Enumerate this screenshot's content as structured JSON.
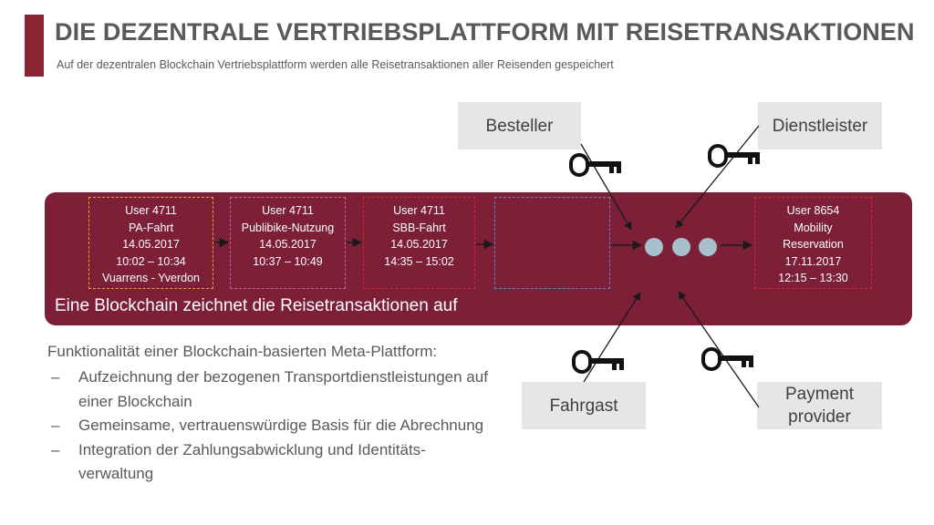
{
  "header": {
    "title": "DIE DEZENTRALE VERTRIEBSPLATTFORM MIT REISETRANSAKTIONEN",
    "subtitle": "Auf der dezentralen Blockchain Vertriebsplattform werden alle Reisetransaktionen aller Reisenden gespeichert"
  },
  "blockchain": {
    "label": "Eine Blockchain zeichnet die Reisetransaktionen auf",
    "transactions": [
      {
        "lines": [
          "User 4711",
          "PA-Fahrt",
          "14.05.2017",
          "10:02 – 10:34",
          "Vuarrens - Yverdon"
        ]
      },
      {
        "lines": [
          "User 4711",
          "Publibike-Nutzung",
          "14.05.2017",
          "10:37 – 10:49"
        ]
      },
      {
        "lines": [
          "User 4711",
          "SBB-Fahrt",
          "14.05.2017",
          "14:35 – 15:02"
        ]
      },
      {
        "lines": []
      },
      {
        "lines": [
          "User 8654",
          "Mobility",
          "Reservation",
          "17.11.2017",
          "12:15 – 13:30"
        ]
      }
    ]
  },
  "roles": {
    "besteller": "Besteller",
    "dienstleister": "Dienstleister",
    "fahrgast": "Fahrgast",
    "payment_line1": "Payment",
    "payment_line2": "provider"
  },
  "list": {
    "intro": "Funktionalität einer Blockchain-basierten Meta-Plattform:",
    "dash": "–",
    "items": [
      {
        "line1": "Aufzeichnung der bezogenen Transportdienstleistungen auf",
        "line2": "einer Blockchain"
      },
      {
        "line1": "Gemeinsame, vertrauenswürdige Basis für die Abrechnung",
        "line2": ""
      },
      {
        "line1": "Integration der Zahlungsabwicklung und Identitäts-",
        "line2": "verwaltung"
      }
    ]
  },
  "icons": [
    "key-icon",
    "arrow-icon",
    "ellipsis-dots"
  ],
  "colors": {
    "accent": "#8b2332",
    "band": "#7d2037",
    "role_box": "#e7e6e6",
    "text_gray": "#595959",
    "border_orange": "#f0a030",
    "border_purple": "#c060b0",
    "border_red": "#e0202e",
    "border_blue": "#5f86c0",
    "dot": "#a8bfcc"
  }
}
